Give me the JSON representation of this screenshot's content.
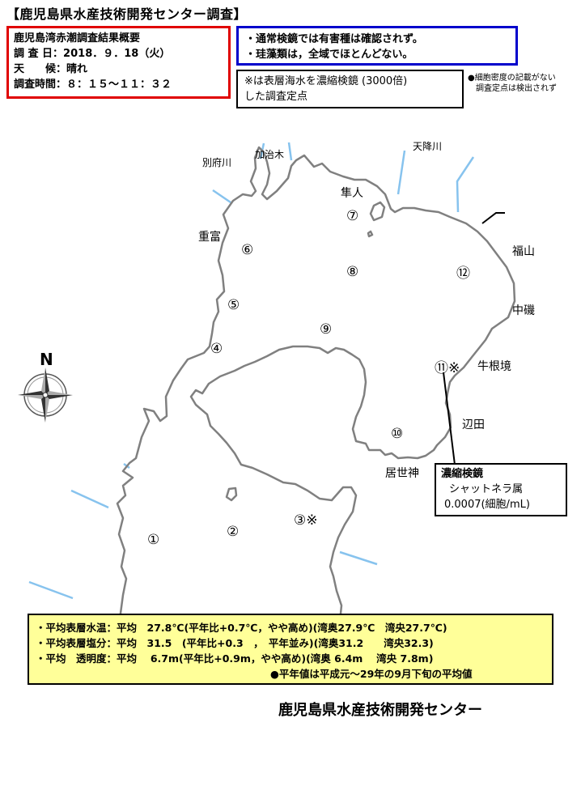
{
  "title": "【鹿児島県水産技術開発センター調査】",
  "summary": {
    "heading": "鹿児島湾赤潮調査結果概要",
    "date": "調 査 日：2018．９．18（火）",
    "weather": "天　　候：晴れ",
    "time": "調査時間：８：１５～１１：３２"
  },
  "notes": {
    "line1": "・通常検鏡では有害種は確認されず。",
    "line2": "・珪藻類は，全域でほとんどない。"
  },
  "concentration_note": {
    "line1": "※は表層海水を濃縮検鏡 (3000倍)",
    "line2": "した調査定点"
  },
  "density_note": {
    "line1": "●細胞密度の記載がない",
    "line2": "調査定点は検出されず"
  },
  "places": {
    "beppu": "別府川",
    "kajiki": "加治木",
    "amori": "天降川",
    "hayato": "隼人",
    "shigetomi": "重富",
    "fukuyama": "福山",
    "nakaiso": "中磯",
    "ushinekyo": "牛根境",
    "hetta": "辺田",
    "iseki": "居世神"
  },
  "stations": {
    "s1": "①",
    "s2": "②",
    "s3": "③※",
    "s4": "④",
    "s5": "⑤",
    "s6": "⑥",
    "s7": "⑦",
    "s8": "⑧",
    "s9": "⑨",
    "s10": "⑩",
    "s11": "⑪※",
    "s12": "⑫"
  },
  "compass": {
    "label": "N"
  },
  "concentrated_result": {
    "heading": "濃縮検鏡",
    "genus": "シャットネラ属",
    "value": "0.0007(細胞/mL)"
  },
  "stats": {
    "temp": "・平均表層水温：平均　27.8℃(平年比+0.7℃，やや高め)(湾奥27.9℃　湾央27.7℃)",
    "salinity": "・平均表層塩分：平均　31.5　(平年比+0.3　，　平年並み)(湾奥31.2　　湾央32.3)",
    "transparency": "・平均　透明度：平均　 6.7m(平年比+0.9m，やや高め)(湾奥 6.4m　 湾央 7.8m)",
    "footnote": "●平年値は平成元～29年の9月下旬の平均値"
  },
  "footer": "鹿児島県水産技術開発センター",
  "colors": {
    "coast": "#808080",
    "river": "#87c3ee",
    "summary_border": "#e00000",
    "notes_border": "#0000cc",
    "stats_bg": "#ffff99"
  }
}
